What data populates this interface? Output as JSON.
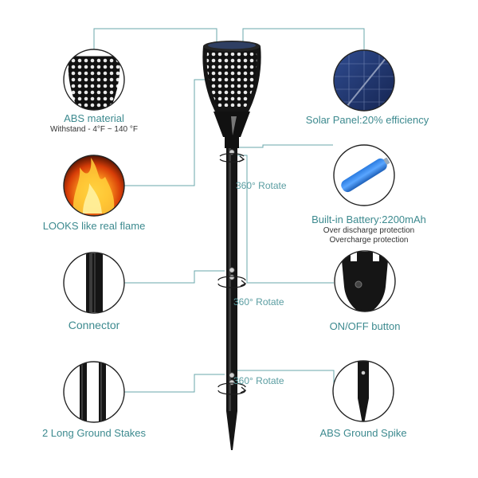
{
  "features": {
    "abs_material": {
      "title": "ABS material",
      "detail": "Withstand - 4°F ~ 140 °F"
    },
    "real_flame": {
      "title": "LOOKS like real flame"
    },
    "connector": {
      "title": "Connector"
    },
    "ground_stakes": {
      "title": "2 Long Ground Stakes"
    },
    "solar_panel": {
      "title": "Solar Panel:20% efficiency"
    },
    "battery": {
      "title": "Built-in Battery:2200mAh",
      "line1": "Over discharge protection",
      "line2": "Overcharge protection"
    },
    "onoff": {
      "title": "ON/OFF button"
    },
    "ground_spike": {
      "title": "ABS Ground Spike"
    }
  },
  "rotate_labels": [
    "360° Rotate",
    "360° Rotate",
    "360° Rotate"
  ],
  "colors": {
    "accent": "#3d8a8f",
    "line": "#6aa7ab",
    "pole": "#151515"
  }
}
